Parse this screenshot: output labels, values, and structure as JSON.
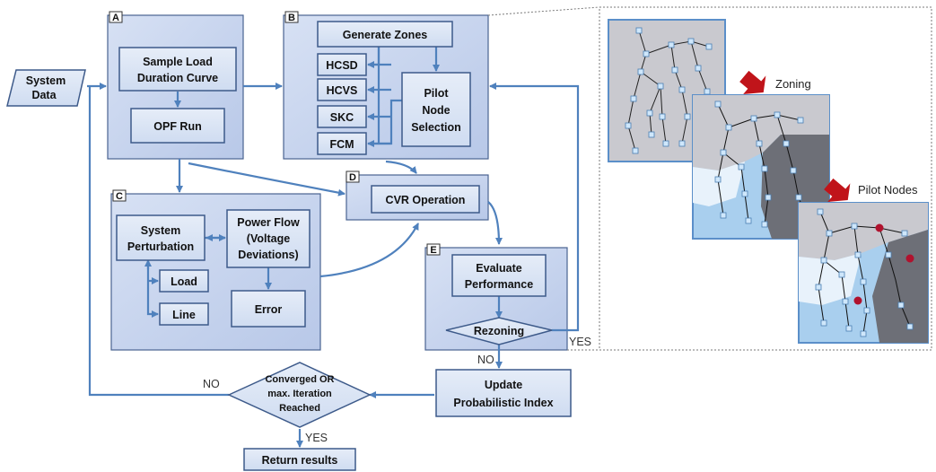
{
  "inputs": {
    "system_data": [
      "System",
      "Data"
    ]
  },
  "blocks": {
    "A": {
      "tag": "A",
      "sample_load": [
        "Sample Load",
        "Duration Curve"
      ],
      "opf": "OPF Run"
    },
    "B": {
      "tag": "B",
      "generate_zones": "Generate Zones",
      "methods": [
        "HCSD",
        "HCVS",
        "SKC",
        "FCM"
      ],
      "pilot": [
        "Pilot",
        "Node",
        "Selection"
      ]
    },
    "C": {
      "tag": "C",
      "perturbation": [
        "System",
        "Perturbation"
      ],
      "power_flow": [
        "Power Flow",
        "(Voltage",
        "Deviations)"
      ],
      "load": "Load",
      "line": "Line",
      "error": "Error"
    },
    "D": {
      "tag": "D",
      "cvr": "CVR Operation"
    },
    "E": {
      "tag": "E",
      "evaluate": [
        "Evaluate",
        "Performance"
      ],
      "rezoning": "Rezoning"
    }
  },
  "update": [
    "Update",
    "Probabilistic Index"
  ],
  "converged": [
    "Converged OR",
    "max. Iteration",
    "Reached"
  ],
  "return_results": "Return results",
  "labels": {
    "yes_rezoning": "YES",
    "no_rezoning": "NO",
    "no_converged": "NO",
    "yes_converged": "YES"
  },
  "inset": {
    "zoning": "Zoning",
    "pilot_nodes": "Pilot Nodes"
  },
  "colors": {
    "arrow": "#4f81bd",
    "panel_fill": "#c5d3ee",
    "box_fill": "#dbe5f5",
    "box_stroke": "#3d5a8a",
    "red_arrow": "#c0141a",
    "pilot_node": "#b0122e"
  }
}
